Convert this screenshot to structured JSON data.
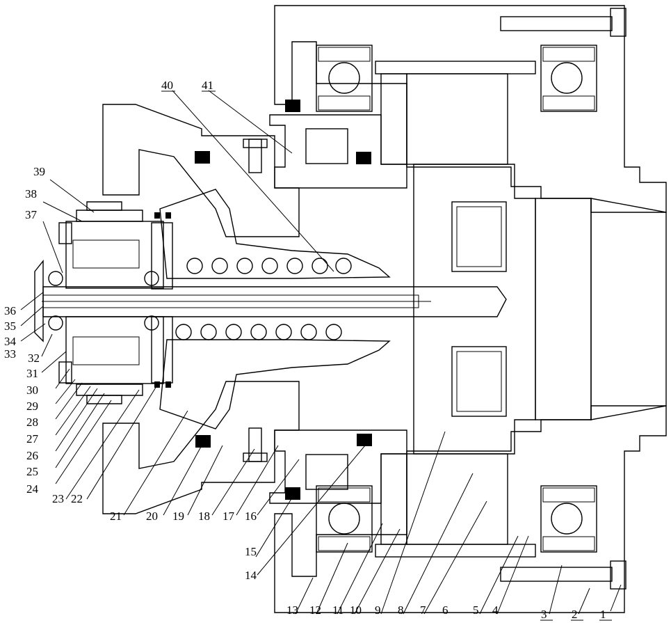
{
  "labels": [
    {
      "id": "1",
      "text": "1"
    },
    {
      "id": "2",
      "text": "2"
    },
    {
      "id": "3",
      "text": "3"
    },
    {
      "id": "4",
      "text": "4"
    },
    {
      "id": "5",
      "text": "5"
    },
    {
      "id": "6",
      "text": "6"
    },
    {
      "id": "7",
      "text": "7"
    },
    {
      "id": "8",
      "text": "8"
    },
    {
      "id": "9",
      "text": "9"
    },
    {
      "id": "10",
      "text": "10"
    },
    {
      "id": "11",
      "text": "11"
    },
    {
      "id": "12",
      "text": "12"
    },
    {
      "id": "13",
      "text": "13"
    },
    {
      "id": "14",
      "text": "14"
    },
    {
      "id": "15",
      "text": "15"
    },
    {
      "id": "16",
      "text": "16"
    },
    {
      "id": "17",
      "text": "17"
    },
    {
      "id": "18",
      "text": "18"
    },
    {
      "id": "19",
      "text": "19"
    },
    {
      "id": "20",
      "text": "20"
    },
    {
      "id": "21",
      "text": "21"
    },
    {
      "id": "22",
      "text": "22"
    },
    {
      "id": "23",
      "text": "23"
    },
    {
      "id": "24",
      "text": "24"
    },
    {
      "id": "25",
      "text": "25"
    },
    {
      "id": "26",
      "text": "26"
    },
    {
      "id": "27",
      "text": "27"
    },
    {
      "id": "28",
      "text": "28"
    },
    {
      "id": "29",
      "text": "29"
    },
    {
      "id": "30",
      "text": "30"
    },
    {
      "id": "31",
      "text": "31"
    },
    {
      "id": "32",
      "text": "32"
    },
    {
      "id": "33",
      "text": "33"
    },
    {
      "id": "34",
      "text": "34"
    },
    {
      "id": "35",
      "text": "35"
    },
    {
      "id": "36",
      "text": "36"
    },
    {
      "id": "37",
      "text": "37"
    },
    {
      "id": "38",
      "text": "38"
    },
    {
      "id": "39",
      "text": "39"
    },
    {
      "id": "40",
      "text": "40"
    },
    {
      "id": "41",
      "text": "41"
    }
  ]
}
